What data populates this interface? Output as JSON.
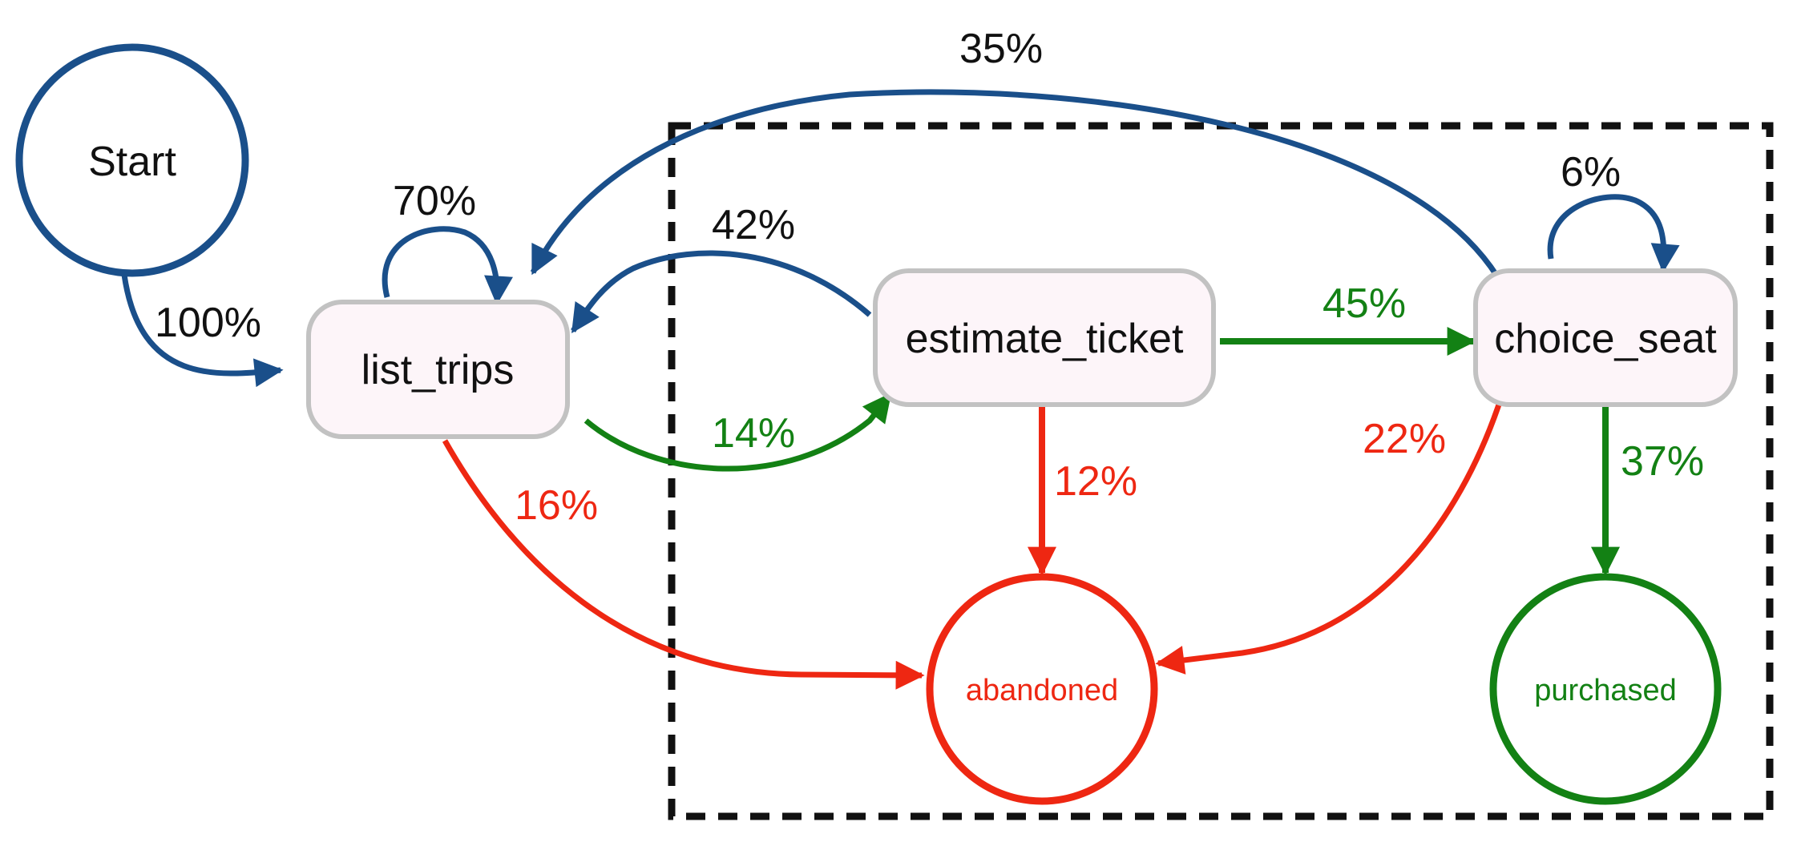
{
  "colors": {
    "blue": "#1a4f8a",
    "green": "#138114",
    "red": "#ee2712",
    "gray": "#c2c2c2",
    "node_fill": "#fdf5f9",
    "label_black": "#111111",
    "group_border": "#111111"
  },
  "nodes": {
    "start": {
      "label": "Start"
    },
    "list_trips": {
      "label": "list_trips"
    },
    "estimate_ticket": {
      "label": "estimate_ticket"
    },
    "choice_seat": {
      "label": "choice_seat"
    },
    "abandoned": {
      "label": "abandoned"
    },
    "purchased": {
      "label": "purchased"
    }
  },
  "edges": {
    "start_to_list_trips": {
      "label": "100%",
      "color": "blue"
    },
    "list_trips_self": {
      "label": "70%",
      "color": "blue"
    },
    "list_trips_to_estimate_ticket": {
      "label": "14%",
      "color": "green"
    },
    "list_trips_to_abandoned": {
      "label": "16%",
      "color": "red"
    },
    "estimate_ticket_to_list_trips": {
      "label": "42%",
      "color": "blue"
    },
    "estimate_ticket_to_choice_seat": {
      "label": "45%",
      "color": "green"
    },
    "estimate_ticket_to_abandoned": {
      "label": "12%",
      "color": "red"
    },
    "choice_seat_to_list_trips": {
      "label": "35%",
      "color": "blue"
    },
    "choice_seat_self": {
      "label": "6%",
      "color": "blue"
    },
    "choice_seat_to_abandoned": {
      "label": "22%",
      "color": "red"
    },
    "choice_seat_to_purchased": {
      "label": "37%",
      "color": "green"
    }
  }
}
